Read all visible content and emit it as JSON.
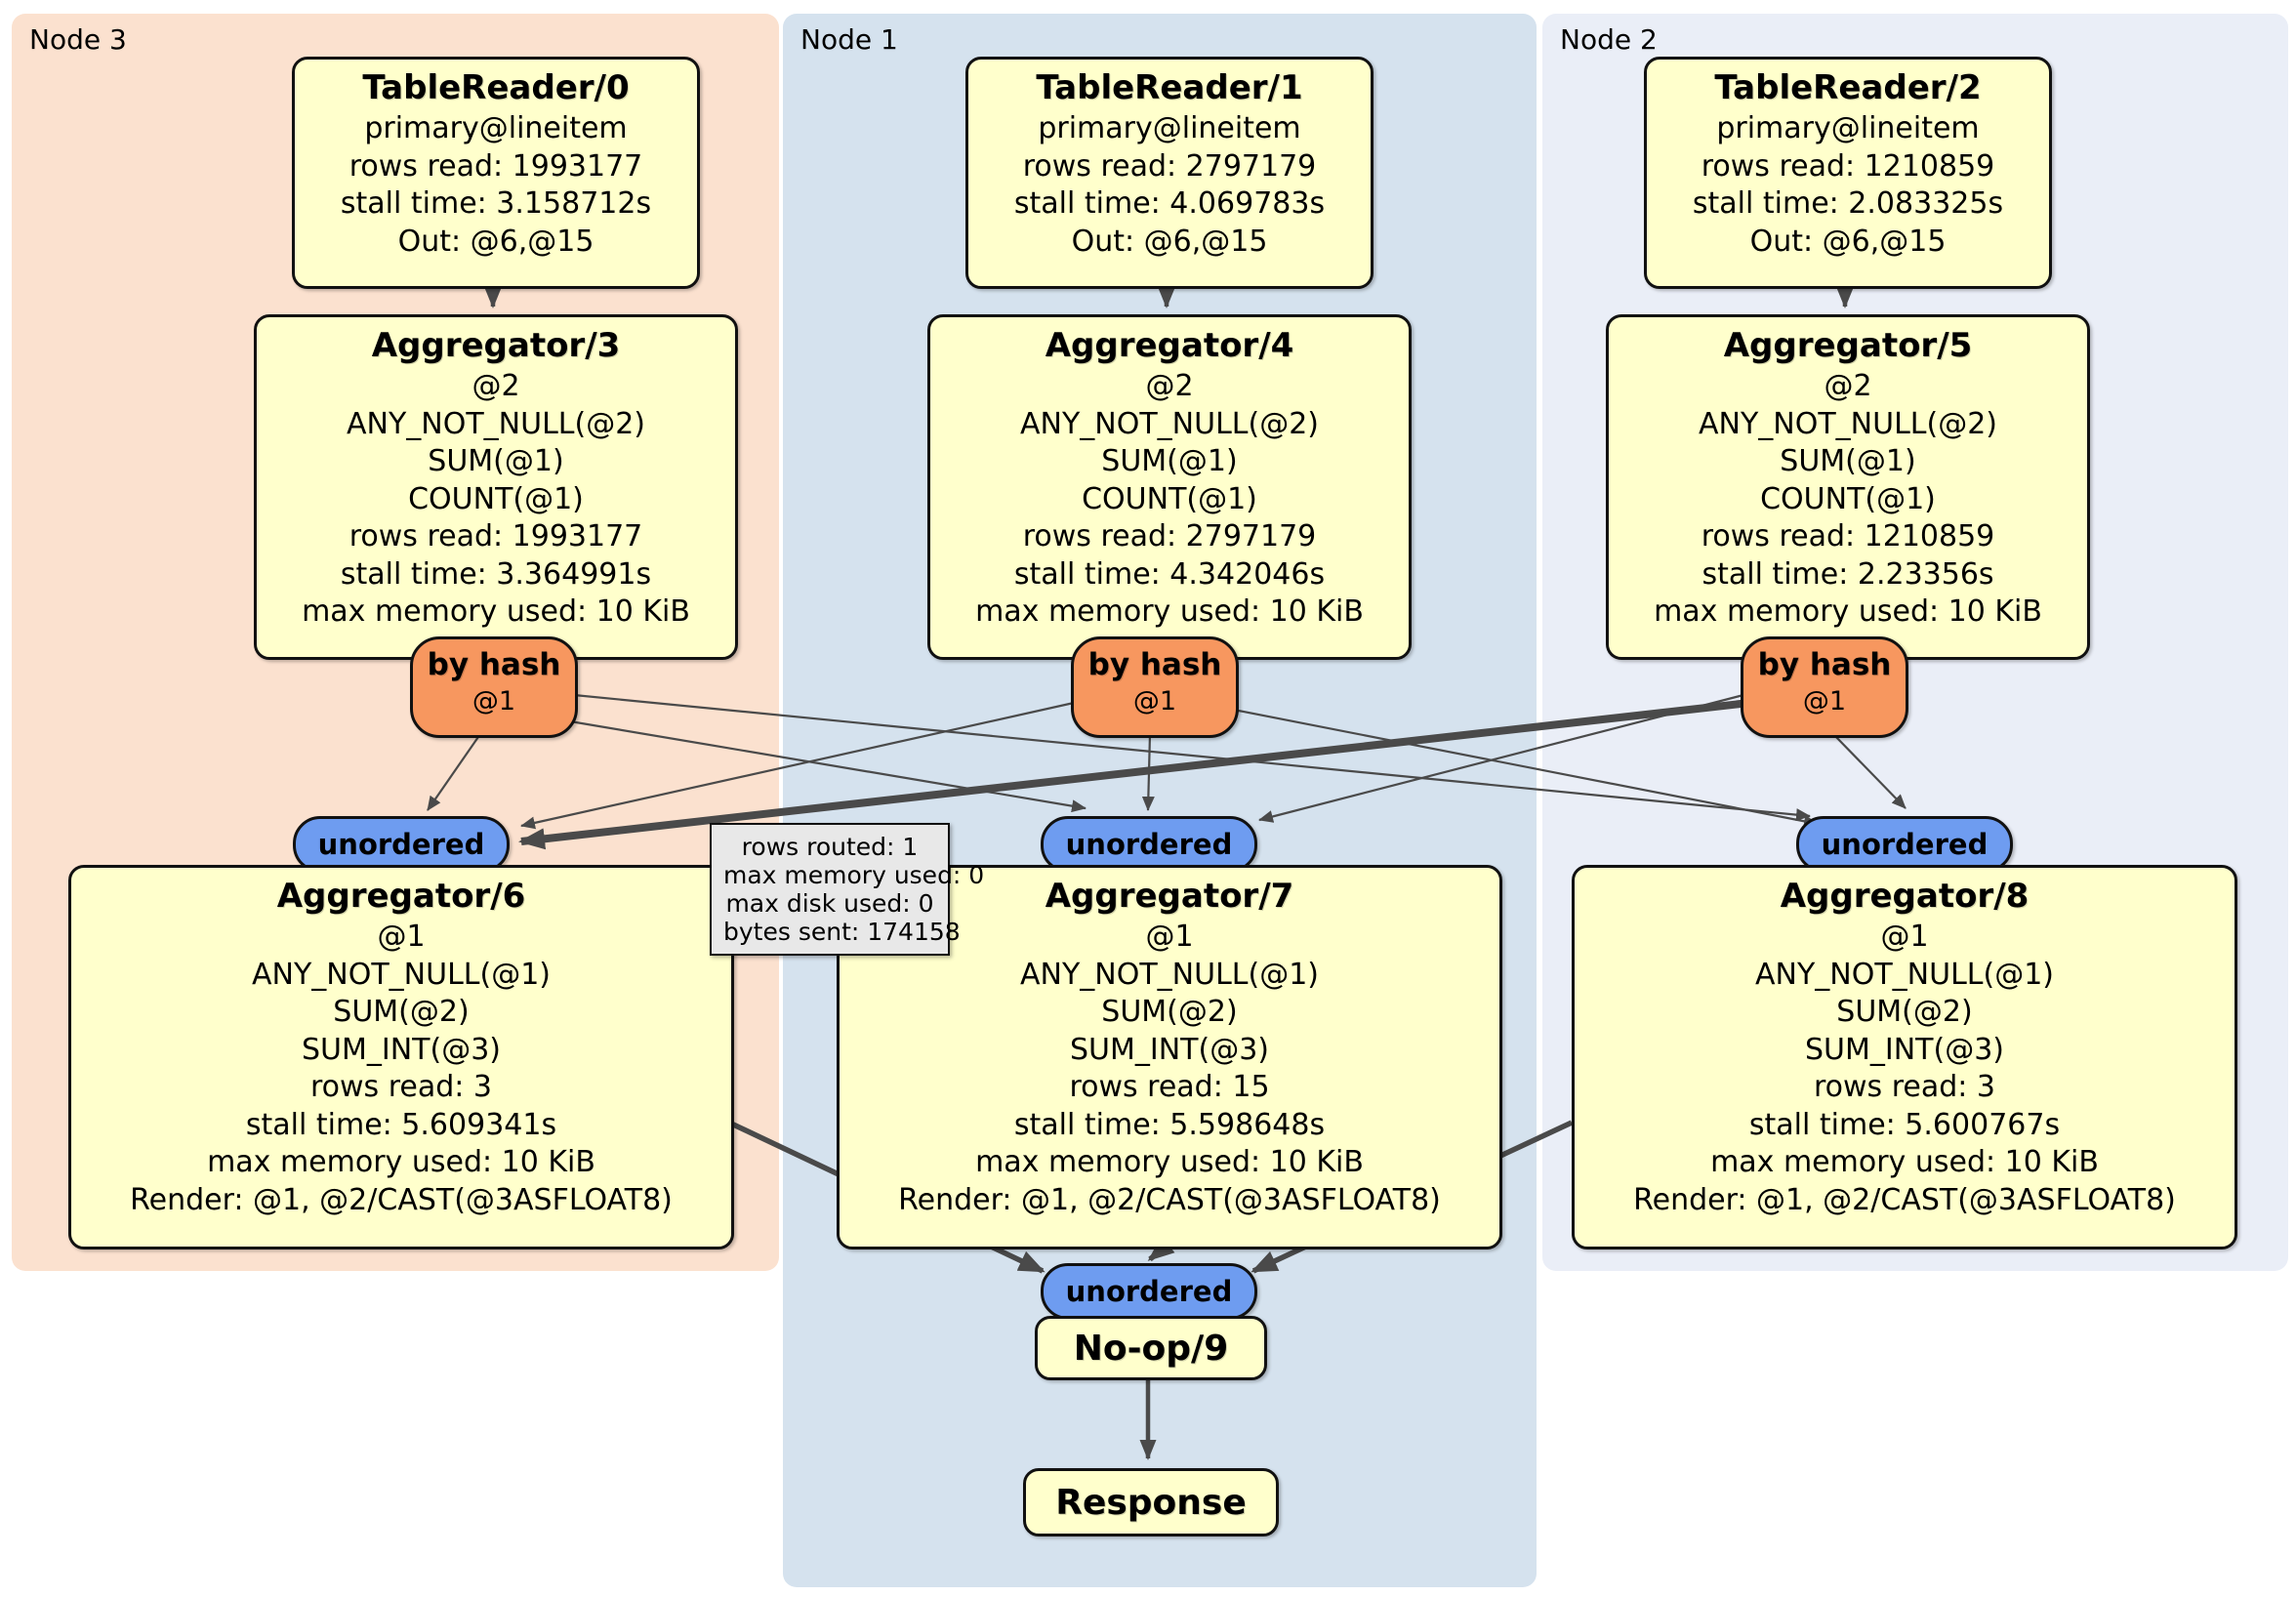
{
  "regions": {
    "node3": {
      "label": "Node 3"
    },
    "node1": {
      "label": "Node 1"
    },
    "node2": {
      "label": "Node 2"
    }
  },
  "operators": {
    "tr0": {
      "title": "TableReader/0",
      "lines": [
        "primary@lineitem",
        "rows read: 1993177",
        "stall time: 3.158712s",
        "Out: @6,@15"
      ]
    },
    "tr1": {
      "title": "TableReader/1",
      "lines": [
        "primary@lineitem",
        "rows read: 2797179",
        "stall time: 4.069783s",
        "Out: @6,@15"
      ]
    },
    "tr2": {
      "title": "TableReader/2",
      "lines": [
        "primary@lineitem",
        "rows read: 1210859",
        "stall time: 2.083325s",
        "Out: @6,@15"
      ]
    },
    "agg3": {
      "title": "Aggregator/3",
      "lines": [
        "@2",
        "ANY_NOT_NULL(@2)",
        "SUM(@1)",
        "COUNT(@1)",
        "rows read: 1993177",
        "stall time: 3.364991s",
        "max memory used: 10 KiB"
      ]
    },
    "agg4": {
      "title": "Aggregator/4",
      "lines": [
        "@2",
        "ANY_NOT_NULL(@2)",
        "SUM(@1)",
        "COUNT(@1)",
        "rows read: 2797179",
        "stall time: 4.342046s",
        "max memory used: 10 KiB"
      ]
    },
    "agg5": {
      "title": "Aggregator/5",
      "lines": [
        "@2",
        "ANY_NOT_NULL(@2)",
        "SUM(@1)",
        "COUNT(@1)",
        "rows read: 1210859",
        "stall time: 2.23356s",
        "max memory used: 10 KiB"
      ]
    },
    "router3": {
      "title": "by hash",
      "detail": "@1"
    },
    "router1": {
      "title": "by hash",
      "detail": "@1"
    },
    "router2": {
      "title": "by hash",
      "detail": "@1"
    },
    "sync3": {
      "label": "unordered"
    },
    "sync1": {
      "label": "unordered"
    },
    "sync2": {
      "label": "unordered"
    },
    "agg6": {
      "title": "Aggregator/6",
      "lines": [
        "@1",
        "ANY_NOT_NULL(@1)",
        "SUM(@2)",
        "SUM_INT(@3)",
        "rows read: 3",
        "stall time: 5.609341s",
        "max memory used: 10 KiB",
        "Render: @1, @2/CAST(@3ASFLOAT8)"
      ]
    },
    "agg7": {
      "title": "Aggregator/7",
      "lines": [
        "@1",
        "ANY_NOT_NULL(@1)",
        "SUM(@2)",
        "SUM_INT(@3)",
        "rows read: 15",
        "stall time: 5.598648s",
        "max memory used: 10 KiB",
        "Render: @1, @2/CAST(@3ASFLOAT8)"
      ]
    },
    "agg8": {
      "title": "Aggregator/8",
      "lines": [
        "@1",
        "ANY_NOT_NULL(@1)",
        "SUM(@2)",
        "SUM_INT(@3)",
        "rows read: 3",
        "stall time: 5.600767s",
        "max memory used: 10 KiB",
        "Render: @1, @2/CAST(@3ASFLOAT8)"
      ]
    },
    "sync_final": {
      "label": "unordered"
    },
    "noop": {
      "title": "No-op/9"
    },
    "response": {
      "title": "Response"
    }
  },
  "edge_tooltip": {
    "lines": [
      "rows routed: 1",
      "max memory used: 0",
      "max disk used: 0",
      "bytes sent: 174158"
    ]
  },
  "colors": {
    "node3_bg": "#fbe1cf",
    "node1_bg": "#d5e2ee",
    "node2_bg": "#eaeef7",
    "operator_bg": "#ffffcc",
    "router_bg": "#f7975f",
    "sync_bg": "#6e9cf0",
    "tooltip_bg": "#e8e8e8",
    "edge": "#4a4a4a",
    "border": "#111111"
  }
}
